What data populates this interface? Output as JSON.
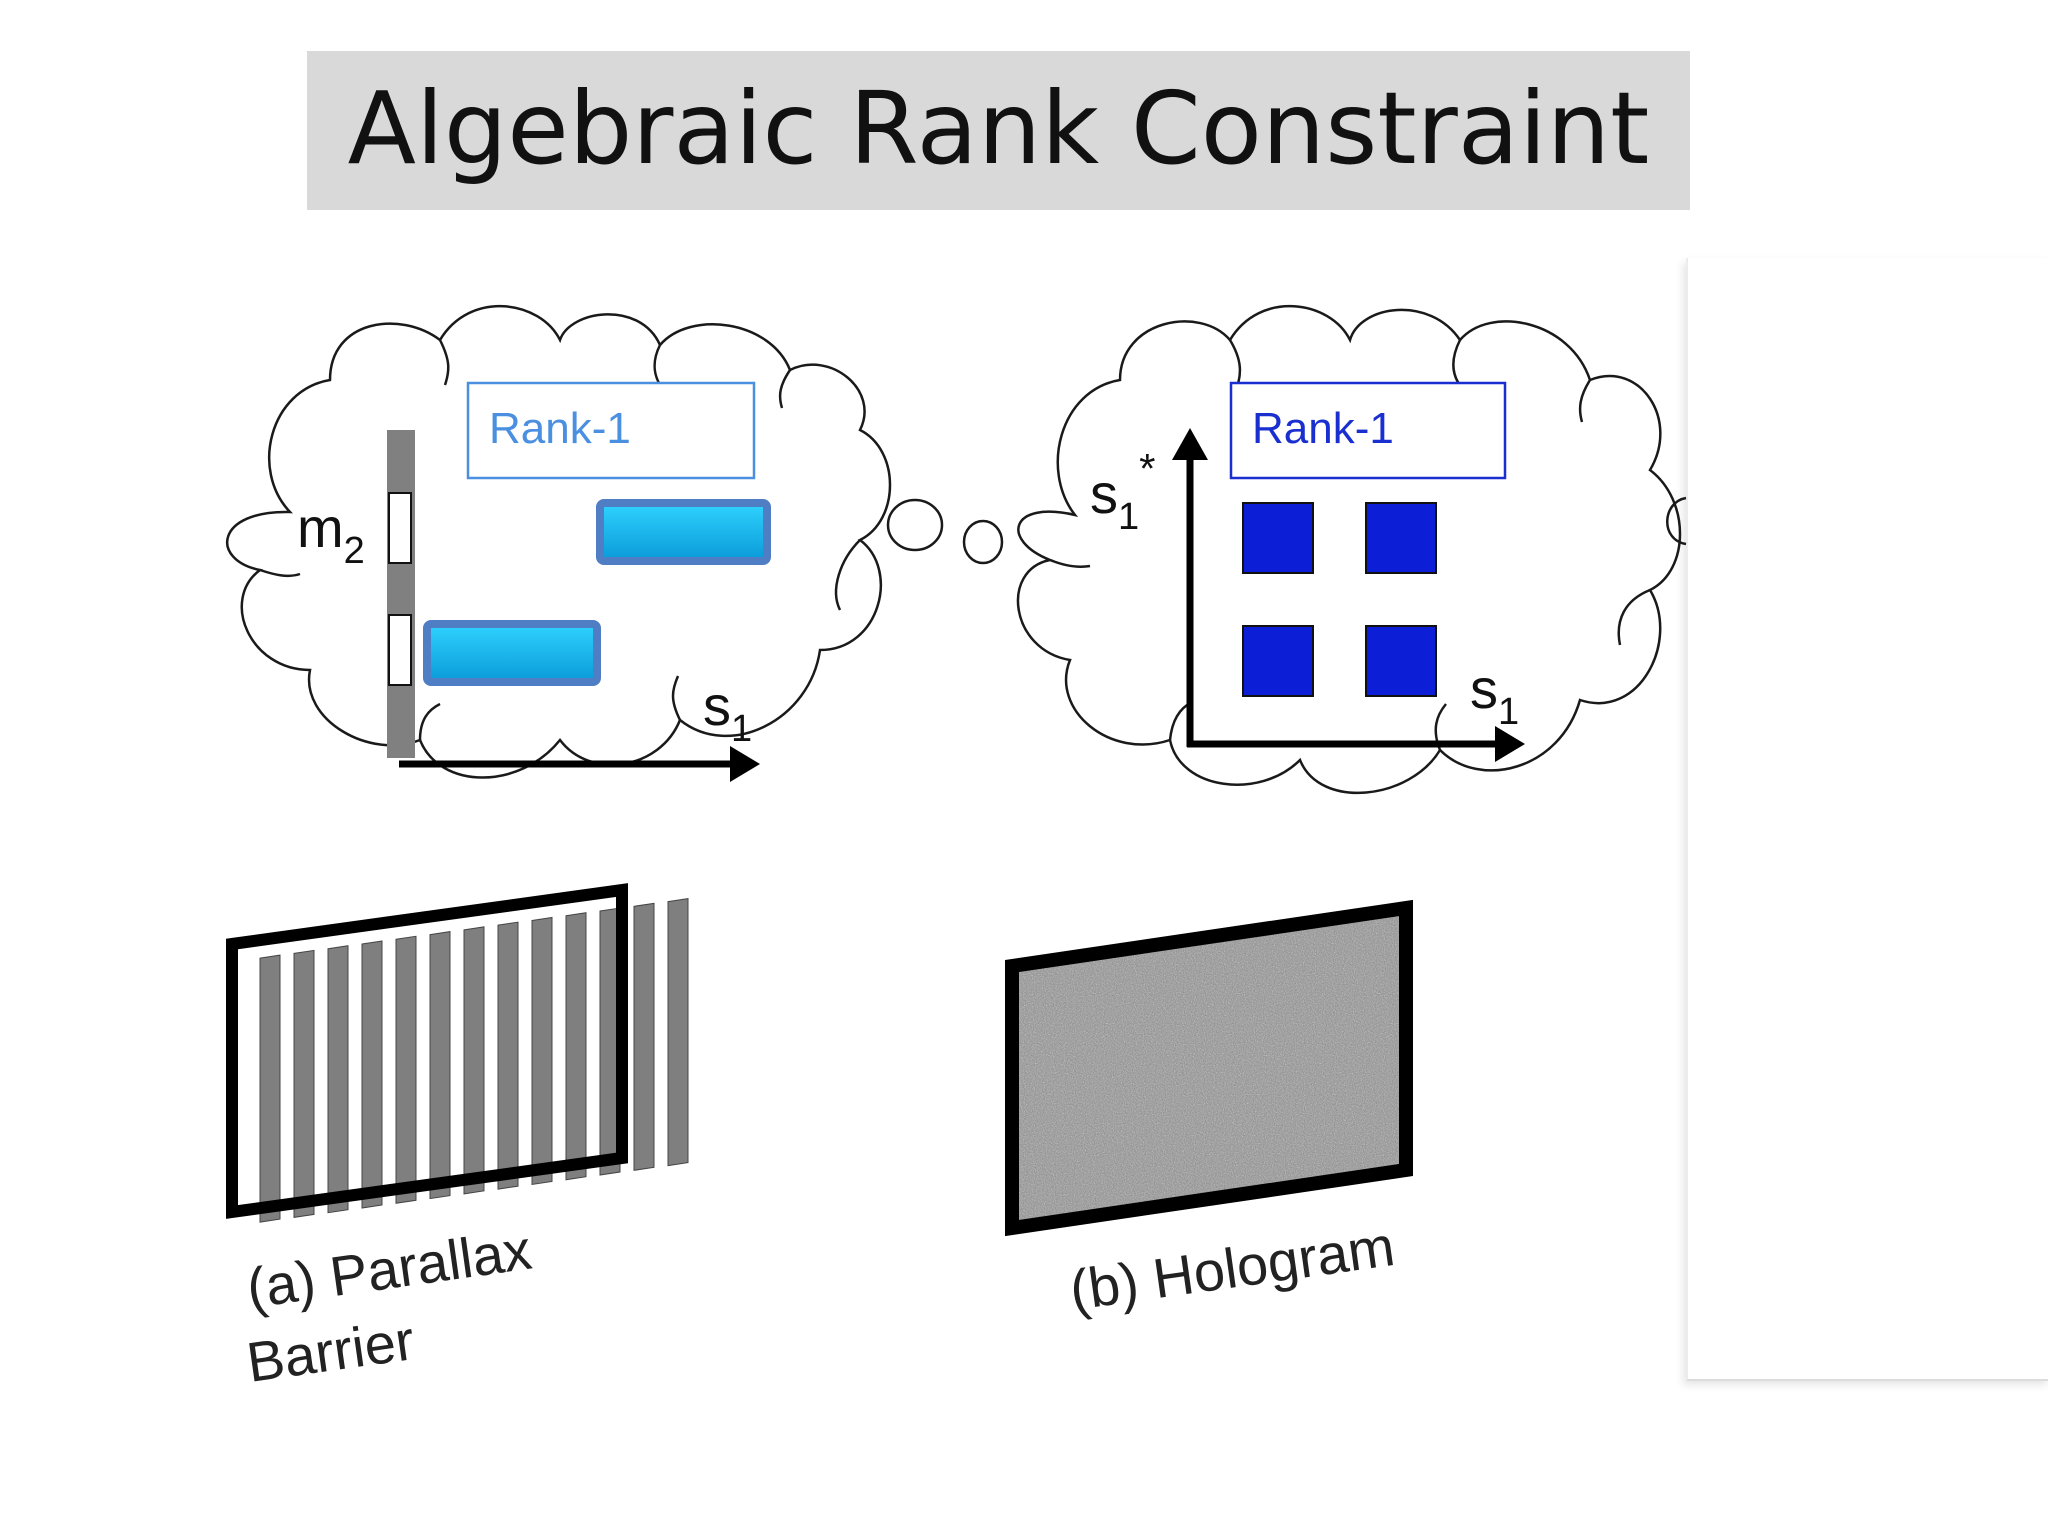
{
  "slide": {
    "title": "Algebraic Rank Constraint"
  },
  "panel_a": {
    "rank_label": "Rank-1",
    "axis_vertical_label": "m",
    "axis_vertical_subscript": "2",
    "axis_horizontal_label": "s",
    "axis_horizontal_subscript": "1",
    "caption_line1": "(a) Parallax",
    "caption_line2": "Barrier"
  },
  "panel_b": {
    "rank_label": "Rank-1",
    "axis_vertical_label": "s",
    "axis_vertical_subscript": "1",
    "axis_vertical_superscript": "*",
    "axis_horizontal_label": "s",
    "axis_horizontal_subscript": "1",
    "caption": "(b) Hologram"
  },
  "colors": {
    "title_background": "#d9d9d9",
    "panel_a_accent": "#4a8fe0",
    "panel_a_bar_fill": "#14b4ee",
    "panel_a_bar_border": "#4f7ec4",
    "panel_b_accent": "#1a2fd0",
    "panel_b_square_fill": "#0c1ed6",
    "barrier_gray": "#7f7f7f",
    "hologram_noise": "#8a8a8a"
  },
  "icons": [
    "thought-cloud-icon",
    "thought-bubble-icon"
  ]
}
